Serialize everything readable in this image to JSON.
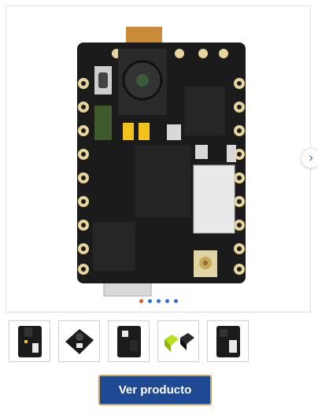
{
  "gallery": {
    "dots": 5,
    "active_dot": 0,
    "next_icon": "chevron-right-icon",
    "accent_color": "#2f6fd8",
    "active_color": "#e0592b"
  },
  "thumbnails": 5,
  "cta": {
    "label": "Ver producto",
    "bg_color": "#1f4a93",
    "border_color": "#c9a45c"
  }
}
